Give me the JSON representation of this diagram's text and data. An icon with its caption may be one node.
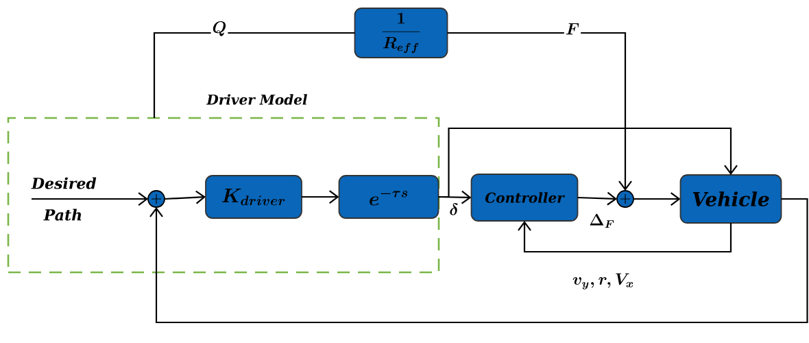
{
  "diagram": {
    "nodes": [
      {
        "text": [
          "Driver Model"
        ]
      },
      {
        "text": [
          "Desired Path"
        ],
        "in": 0
      },
      {
        "text": [],
        "shape": "circle",
        "in": 0
      },
      {
        "text": [
          "K_{driver}"
        ],
        "in": 0
      },
      {
        "text": [
          "e^{-\\tau s}"
        ],
        "in": 0
      },
      {
        "text": [
          "\\frac{1}{R_{eff}}"
        ]
      },
      {
        "text": [
          "Controller"
        ]
      },
      {
        "text": [],
        "shape": "circle"
      },
      {
        "text": [
          "Vehicle"
        ]
      }
    ],
    "edges": [
      {
        "from": 1,
        "to": 2,
        "arrow": "to"
      },
      {
        "from": 2,
        "to": 3,
        "arrow": "to"
      },
      {
        "from": 3,
        "to": 4,
        "arrow": "to"
      },
      {
        "from": 4,
        "to": 6,
        "arrow": "to",
        "label": "\\delta"
      },
      {
        "from": 4,
        "to": 8,
        "arrow": "to"
      },
      {
        "from": 6,
        "to": 7,
        "arrow": "to",
        "label": "\\Delta_F"
      },
      {
        "from": 7,
        "to": 8,
        "arrow": "to"
      },
      {
        "from": 8,
        "to": 6,
        "arrow": "to",
        "label": "v_y, r, V_x"
      },
      {
        "from": 8,
        "to": 2,
        "arrow": "to"
      },
      {
        "from": 0,
        "to": 5,
        "arrow": "none",
        "label": "Q"
      },
      {
        "from": 5,
        "to": 7,
        "arrow": "to",
        "label": "F"
      }
    ]
  }
}
